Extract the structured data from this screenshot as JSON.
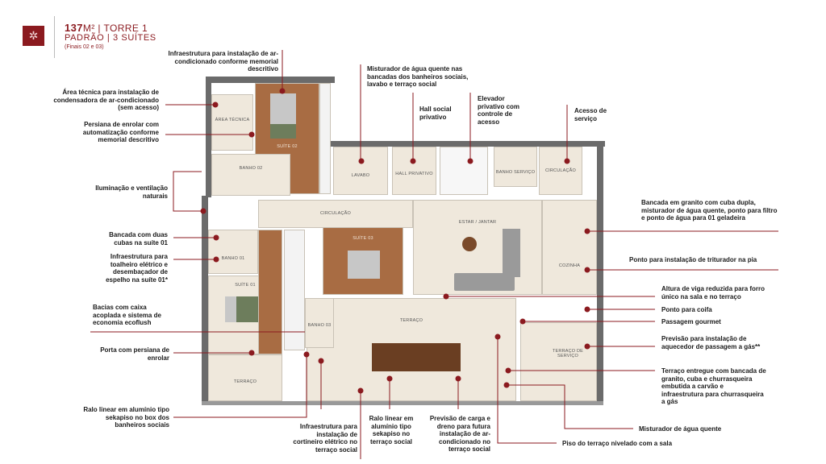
{
  "header": {
    "area": "137",
    "unit": "M²",
    "tower": "| TORRE 1",
    "type": "PADRÃO | 3 SUÍTES",
    "finals": "(Finais 02 e 03)"
  },
  "colors": {
    "accent": "#8b1a1f",
    "wall": "#6b6b6b",
    "floor": "#efe8dc",
    "wood": "#a86c43"
  },
  "rooms": {
    "area_tecnica": "ÁREA TÉCNICA",
    "suite02": "SUÍTE 02",
    "banho02": "BANHO 02",
    "lavabo": "LAVABO",
    "hall": "HALL PRIVATIVO",
    "banho_servico": "BANHO SERVIÇO",
    "circulacao_servico": "CIRCULAÇÃO",
    "circulacao": "CIRCULAÇÃO",
    "estar": "ESTAR / JANTAR",
    "cozinha": "COZINHA",
    "banho01": "BANHO 01",
    "suite01": "SUÍTE 01",
    "suite03": "SUÍTE 03",
    "banho03": "BANHO 03",
    "terraco": "TERRAÇO",
    "terraco_left": "TERRAÇO",
    "terraco_servico": "TERRAÇO DE SERVIÇO"
  },
  "notes": [
    "Infraestrutura para instalação de ar-condicionado conforme memorial descritivo",
    "Área técnica para instalação de condensadora de ar-condicionado (sem acesso)",
    "Persiana de enrolar com automatização conforme memorial descritivo",
    "Misturador de água quente nas bancadas dos banheiros sociais, lavabo e terraço social",
    "Hall social privativo",
    "Elevador privativo com controle de acesso",
    "Acesso de serviço",
    "Iluminação e ventilação naturais",
    "Bancada com duas cubas na suíte 01",
    "Infraestrutura para toalheiro elétrico e desembaçador de espelho na suíte 01*",
    "Bacias com caixa acoplada e sistema de economia ecoflush",
    "Porta com persiana de enrolar",
    "Ralo linear em alumínio tipo sekapiso no box dos banheiros sociais",
    "Infraestrutura para instalação de cortineiro elétrico no terraço social",
    "Ralo linear em alumínio tipo sekapiso no terraço social",
    "Previsão de carga e dreno para futura instalação de ar-condicionado no terraço social",
    "Piso do terraço nivelado com a sala",
    "Misturador de água quente",
    "Bancada em granito com cuba dupla, misturador de água quente, ponto para filtro e ponto de água para 01 geladeira",
    "Ponto para instalação de triturador na pia",
    "Altura de viga reduzida para forro único na sala e no terraço",
    "Ponto para coifa",
    "Passagem gourmet",
    "Previsão para instalação de aquecedor de passagem a gás**",
    "Terraço entregue com bancada de granito, cuba e churrasqueira embutida a carvão e infraestrutura para churrasqueira a gás"
  ]
}
